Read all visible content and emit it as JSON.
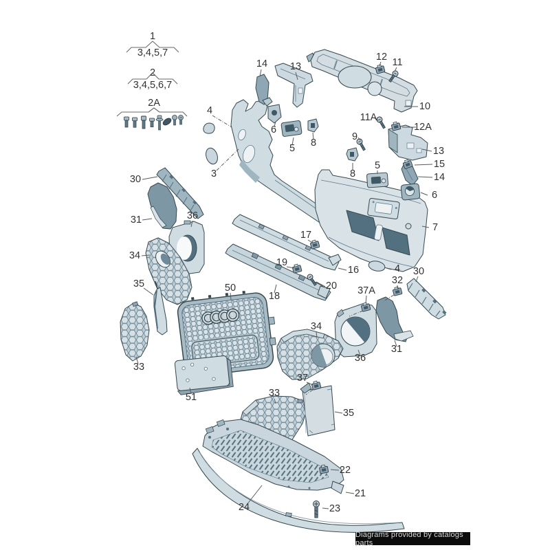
{
  "legend": {
    "group1": {
      "id": "1",
      "refs": "3,4,5,7"
    },
    "group2": {
      "id": "2",
      "refs": "3,4,5,6,7"
    },
    "group2a": {
      "id": "2A"
    }
  },
  "callouts": {
    "p3": "3",
    "p4_top": "4",
    "p4_bottom": "4",
    "p5_left": "5",
    "p5_right": "5",
    "p6_left": "6",
    "p6_right": "6",
    "p7": "7",
    "p8_left": "8",
    "p8_right": "8",
    "p9": "9",
    "p10": "10",
    "p11": "11",
    "p11a": "11A",
    "p12": "12",
    "p12a": "12A",
    "p13_top": "13",
    "p13_right": "13",
    "p14_top": "14",
    "p14_right": "14",
    "p15": "15",
    "p16": "16",
    "p17": "17",
    "p18": "18",
    "p19": "19",
    "p20": "20",
    "p21": "21",
    "p22": "22",
    "p23": "23",
    "p24": "24",
    "p30_left": "30",
    "p30_right": "30",
    "p31_left": "31",
    "p31_right": "31",
    "p32": "32",
    "p33_left": "33",
    "p33_right": "33",
    "p34_left": "34",
    "p34_right": "34",
    "p35_left": "35",
    "p35_right": "35",
    "p36_left": "36",
    "p36_right": "36",
    "p37": "37",
    "p37a": "37A",
    "p50": "50",
    "p51": "51"
  },
  "badge": {
    "text": "Diagrams provided by catalogs parts",
    "bg": "#0b0b0b",
    "fg": "#d9d9d9"
  },
  "colors": {
    "background": "#ffffff",
    "outline": "#35484f",
    "part_light": "#d6e0e5",
    "part_mid": "#9fb5c0",
    "part_dark": "#5e7b8a",
    "part_darkest": "#3f5866",
    "label_text": "#323232",
    "leader_line": "#5a5a5a"
  }
}
